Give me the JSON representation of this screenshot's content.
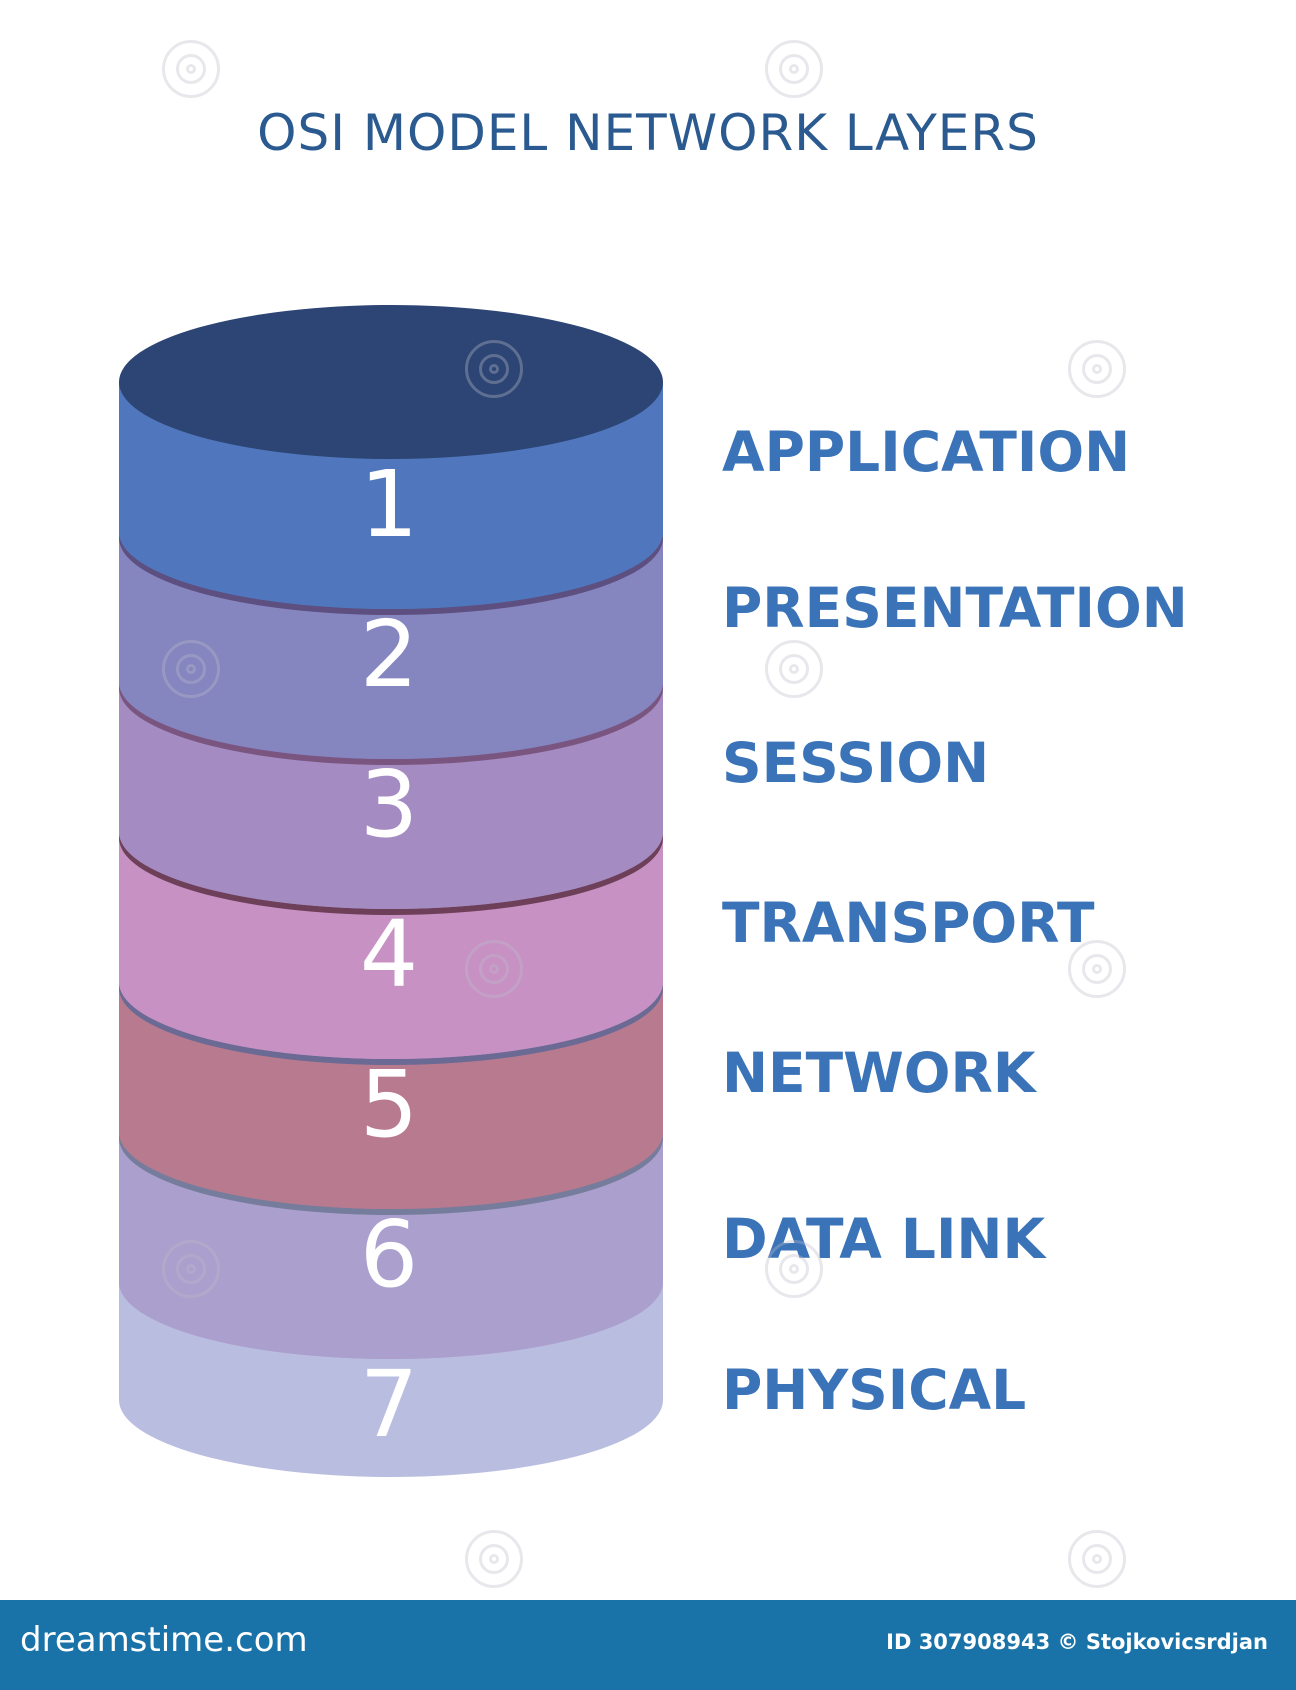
{
  "title": "OSI  MODEL  NETWORK LAYERS",
  "layers": [
    {
      "number": "1",
      "label": "APPLICATION",
      "side_color": "#5077bd",
      "rim_color": "#3e5486"
    },
    {
      "number": "2",
      "label": "PRESENTATION",
      "side_color": "#8585c0",
      "rim_color": "#5d4f80"
    },
    {
      "number": "3",
      "label": "SESSION",
      "side_color": "#a48bc2",
      "rim_color": "#7a5580"
    },
    {
      "number": "4",
      "label": "TRANSPORT",
      "side_color": "#c791c4",
      "rim_color": "#6e3f58"
    },
    {
      "number": "5",
      "label": "NETWORK",
      "side_color": "#b77a8f",
      "rim_color": "#6a6a94"
    },
    {
      "number": "6",
      "label": "DATA LINK",
      "side_color": "#ab9fce",
      "rim_color": "#767c9c"
    },
    {
      "number": "7",
      "label": "PHYSICAL",
      "side_color": "#b9bde0",
      "rim_color": "#b9bde0"
    }
  ],
  "top_color": "#2c4574",
  "label_color": "#3a73b8",
  "title_color": "#2a5a8f",
  "footer": {
    "brand": "dreamstime.com",
    "id_text": "ID 307908943 © Stojkovicsrdjan",
    "background": "#1a73a8"
  }
}
